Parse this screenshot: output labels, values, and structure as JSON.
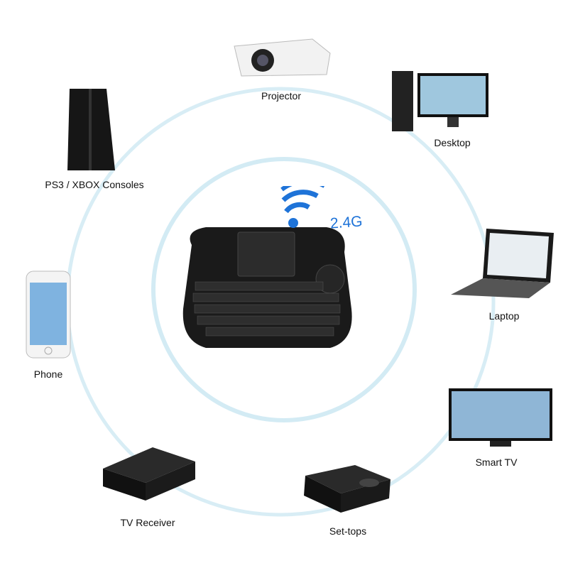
{
  "center": {
    "product": "wireless-mini-keyboard-with-touchpad",
    "signal_label": "2.4G"
  },
  "devices": [
    {
      "label": "Projector",
      "icon": "projector-icon"
    },
    {
      "label": "Desktop",
      "icon": "desktop-icon"
    },
    {
      "label": "PS3 / XBOX Consoles",
      "icon": "console-icon"
    },
    {
      "label": "Laptop",
      "icon": "laptop-icon"
    },
    {
      "label": "Phone",
      "icon": "phone-icon"
    },
    {
      "label": "Smart TV",
      "icon": "tv-icon"
    },
    {
      "label": "TV Receiver",
      "icon": "tv-box-icon"
    },
    {
      "label": "Set-tops",
      "icon": "set-top-box-icon"
    }
  ],
  "colors": {
    "ring": "#d3ebf4",
    "signal": "#1e73d8",
    "device": "#1b1b1b"
  }
}
